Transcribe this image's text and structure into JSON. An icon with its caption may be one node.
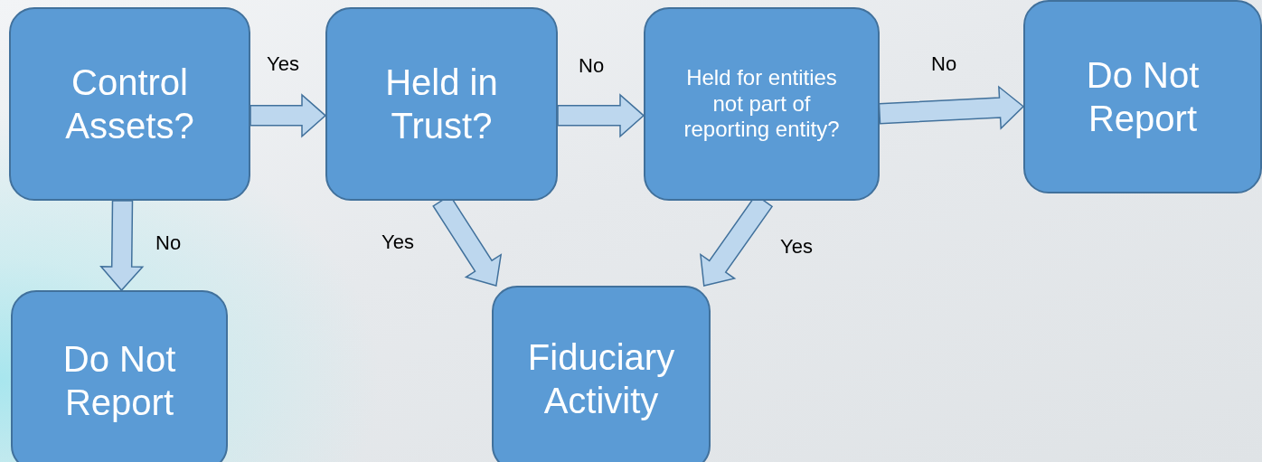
{
  "diagram": {
    "nodes": [
      {
        "text": [
          "Control Assets?"
        ]
      },
      {
        "text": [
          "Held in Trust?"
        ]
      },
      {
        "text": [
          "Held for entities not part of reporting entity?"
        ]
      },
      {
        "text": [
          "Do Not Report"
        ]
      },
      {
        "text": [
          "Do Not Report"
        ]
      },
      {
        "text": [
          "Fiduciary Activity"
        ]
      }
    ],
    "edges": [
      {
        "from": 0,
        "to": 1,
        "arrow": "to",
        "label": "Yes"
      },
      {
        "from": 1,
        "to": 2,
        "arrow": "to",
        "label": "No"
      },
      {
        "from": 2,
        "to": 3,
        "arrow": "to",
        "label": "No"
      },
      {
        "from": 0,
        "to": 4,
        "arrow": "to",
        "label": "No"
      },
      {
        "from": 1,
        "to": 5,
        "arrow": "to",
        "label": "Yes"
      },
      {
        "from": 2,
        "to": 5,
        "arrow": "to",
        "label": "Yes"
      }
    ]
  }
}
